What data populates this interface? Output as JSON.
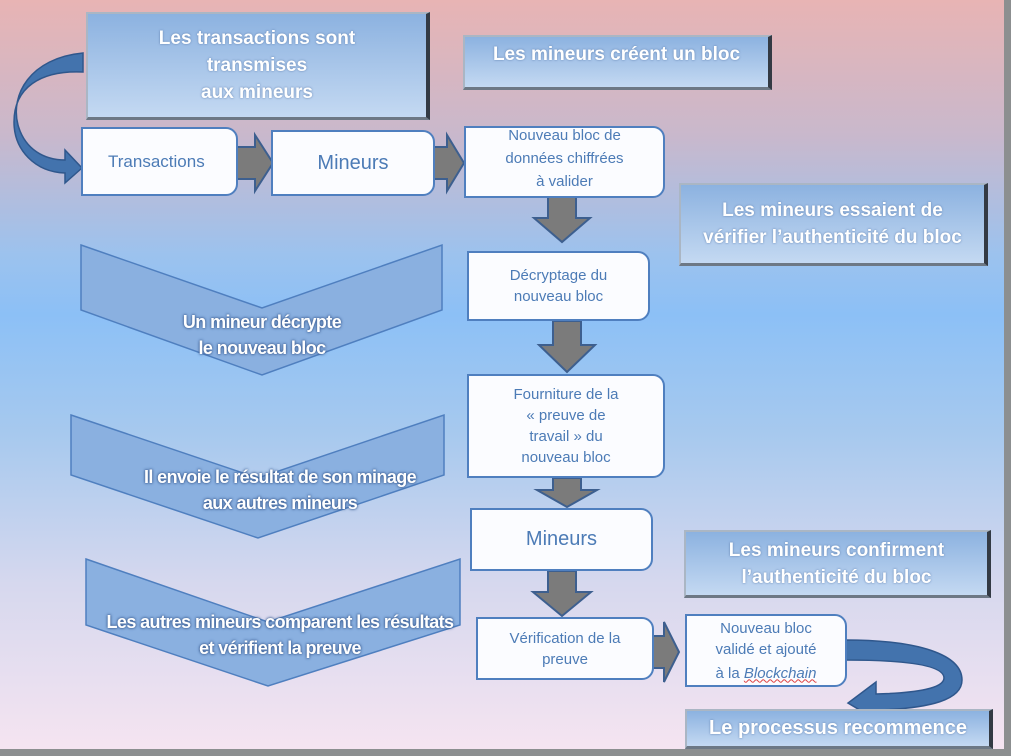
{
  "banners": {
    "transmit": [
      "Les transactions sont",
      "transmises",
      "aux mineurs"
    ],
    "create": "Les mineurs créent un bloc",
    "verify": [
      "Les mineurs essaient de",
      "vérifier l’authenticité du bloc"
    ],
    "confirm": [
      "Les mineurs confirment",
      "l’authenticité du bloc"
    ],
    "restart": "Le processus recommence"
  },
  "flow_boxes": {
    "transactions": "Transactions",
    "miners_top": "Mineurs",
    "new_block": [
      "Nouveau bloc de",
      "données chiffrées",
      "à  valider"
    ],
    "decrypt": [
      "Décryptage  du",
      "nouveau bloc"
    ],
    "proof": [
      "Fourniture de la",
      "« preuve de",
      "travail » du",
      "nouveau bloc"
    ],
    "miners_bottom": "Mineurs",
    "verification": [
      "Vérification  de la",
      "preuve"
    ],
    "validated": {
      "line1": "Nouveau bloc",
      "line2": "validé et ajouté",
      "line3_prefix": "à la ",
      "line3_italic": "Blockchain"
    }
  },
  "chevrons": {
    "decrypt": [
      "Un mineur décrypte",
      "le nouveau bloc"
    ],
    "send": [
      "Il envoie le résultat de son minage",
      "aux autres mineurs"
    ],
    "compare": [
      "Les autres mineurs comparent les résultats",
      "et  vérifient la preuve"
    ]
  },
  "colors": {
    "box_border": "#4f7fbf",
    "box_text": "#4c7bb6",
    "arrow_fill": "#7b7b7b",
    "arrow_stroke": "#3d5f8f",
    "chevron_fill": "#8ab0e0",
    "curved_arrow": "#4373ad"
  }
}
